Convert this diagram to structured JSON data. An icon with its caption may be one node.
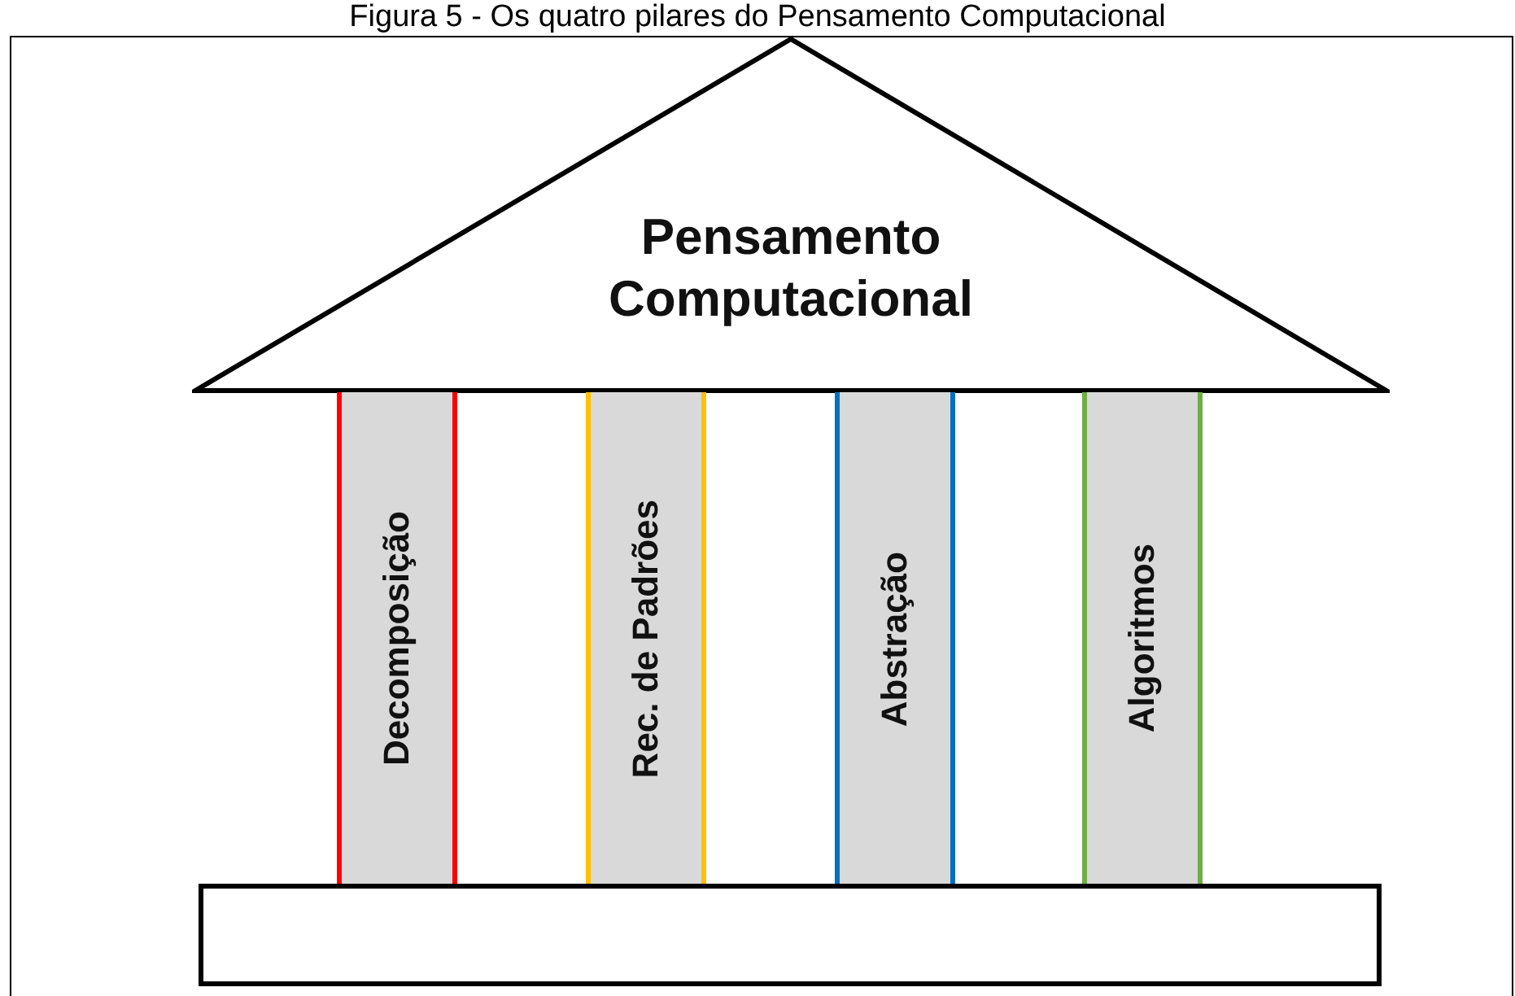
{
  "diagram": {
    "title": "Figura 5 - Os quatro pilares do Pensamento Computacional",
    "nodes": [
      {
        "text": [
          "Pensamento Computacional"
        ]
      },
      {
        "text": [
          "Decomposição"
        ]
      },
      {
        "text": [
          "Rec. de Padrões"
        ]
      },
      {
        "text": [
          "Abstração"
        ]
      },
      {
        "text": [
          "Algoritmos"
        ]
      },
      {
        "text": [],
        "shape": "box"
      }
    ]
  }
}
